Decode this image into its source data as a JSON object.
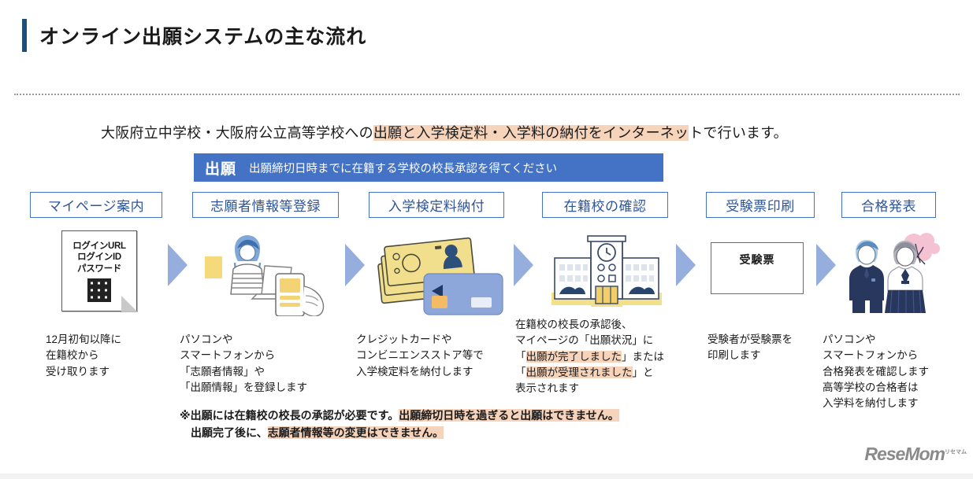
{
  "title": "オンライン出願システムの主な流れ",
  "subtitle": {
    "plain_before": "大阪府立中学校・大阪府公立高等学校への",
    "highlighted": "出願と入学検定料・入学料の納付をインターネッ",
    "plain_after": "トで行います。"
  },
  "blue_band": {
    "label": "出願",
    "text": "出願締切日時までに在籍する学校の校長承認を得てください"
  },
  "steps": [
    {
      "head": "マイページ案内",
      "icon": "login-document-icon",
      "doc_lines": [
        "ログインURL",
        "ログインID",
        "パスワード"
      ],
      "caption": [
        "12月初旬以降に",
        "在籍校から",
        "受け取ります"
      ]
    },
    {
      "head": "志願者情報等登録",
      "icon": "laptop-smartphone-illustration",
      "caption": [
        "パソコンや",
        "スマートフォンから",
        "「志願者情報」や",
        "「出願情報」を登録します"
      ]
    },
    {
      "head": "入学検定料納付",
      "icon": "cash-credit-card-illustration",
      "caption": [
        "クレジットカードや",
        "コンビニエンスストア等で",
        "入学検定料を納付します"
      ]
    },
    {
      "head": "在籍校の確認",
      "icon": "school-building-icon",
      "caption_rich": [
        {
          "text": "在籍校の校長の承認後、",
          "highlight": false
        },
        {
          "text": "マイページの「出願状況」に",
          "highlight": false
        },
        {
          "pre": "「",
          "text": "出願が完了しました",
          "post": "」または",
          "highlight": true
        },
        {
          "pre": "「",
          "text": "出願が受理されました",
          "post": "」と",
          "highlight": true
        },
        {
          "text": "表示されます",
          "highlight": false
        }
      ]
    },
    {
      "head": "受験票印刷",
      "icon": "exam-ticket-box",
      "ticket_label": "受験票",
      "caption": [
        "受験者が受験票を",
        "印刷します"
      ]
    },
    {
      "head": "合格発表",
      "icon": "graduates-sakura-illustration",
      "caption": [
        "パソコンや",
        "スマートフォンから",
        "合格発表を確認します",
        "高等学校の合格者は",
        "入学料を納付します"
      ]
    }
  ],
  "note": {
    "line1_plain": "※出願には在籍校の校長の承認が必要です。",
    "line1_highlight": "出願締切日時を過ぎると出願はできません。",
    "line2_plain": "出願完了後に、",
    "line2_highlight": "志願者情報等の変更はできません。"
  },
  "watermark": {
    "text": "ReseMom",
    "ruby": "リセマム"
  },
  "colors": {
    "accent_blue": "#4472c4",
    "title_bar": "#1f4e79",
    "step_border": "#4472c4",
    "step_text": "#2f5597",
    "arrow": "#95aede",
    "highlight": "#f6d3bb"
  }
}
